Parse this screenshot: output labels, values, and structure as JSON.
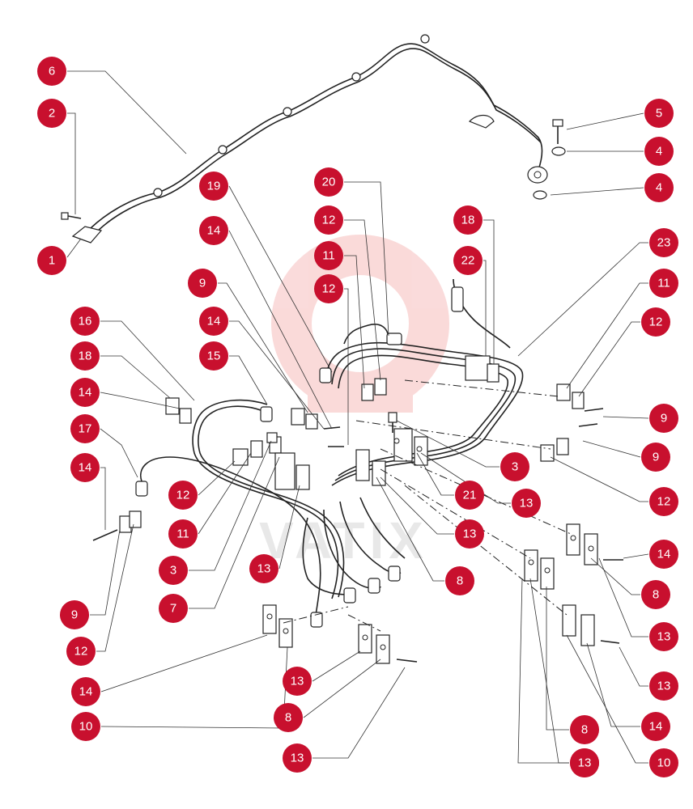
{
  "diagram": {
    "watermark_text": "VATIX",
    "accent_color": "#c8102e",
    "callouts": [
      "6",
      "2",
      "1",
      "5",
      "4",
      "4",
      "19",
      "20",
      "12",
      "14",
      "11",
      "18",
      "22",
      "23",
      "9",
      "12",
      "14",
      "16",
      "11",
      "12",
      "15",
      "18",
      "9",
      "14",
      "17",
      "3",
      "9",
      "14",
      "12",
      "13",
      "12",
      "11",
      "13",
      "3",
      "21",
      "14",
      "13",
      "13",
      "8",
      "9",
      "12",
      "7",
      "8",
      "13",
      "14",
      "10",
      "13",
      "8",
      "13",
      "14",
      "8",
      "10",
      "13",
      "13"
    ]
  }
}
